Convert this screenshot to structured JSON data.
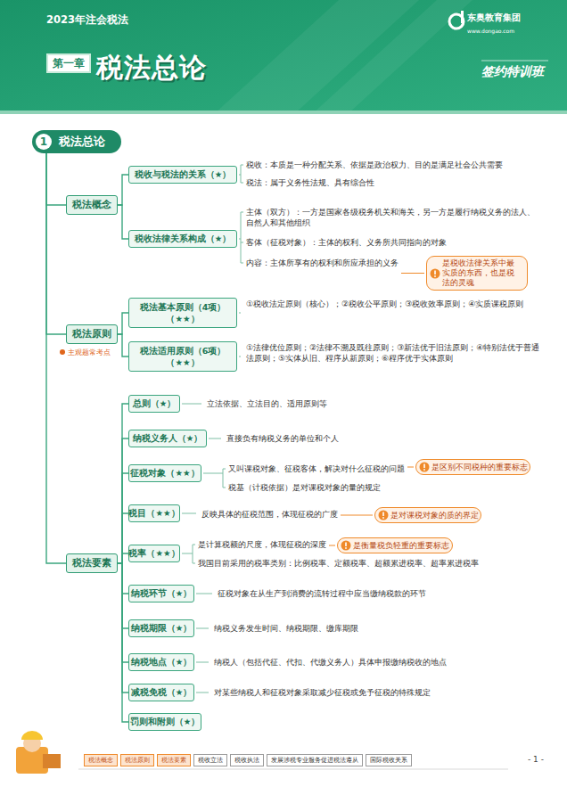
{
  "diagram": {
    "title": "税法总论",
    "nodes": [
      {
        "text": [
          "1",
          "税法总论"
        ]
      },
      {
        "text": [
          "税法概念"
        ]
      },
      {
        "text": [
          "税收与税法的关系（★）"
        ]
      },
      {
        "text": [
          "税收法律关系构成（★）"
        ]
      },
      {
        "text": [
          "税法原则"
        ]
      },
      {
        "text": [
          "税法基本原则（4项）（★★）"
        ]
      },
      {
        "text": [
          "税法适用原则（6项）（★★）"
        ]
      },
      {
        "text": [
          "税法要素"
        ]
      },
      {
        "text": [
          "总则（★）"
        ]
      },
      {
        "text": [
          "纳税义务人（★）"
        ]
      },
      {
        "text": [
          "征税对象（★★）"
        ]
      },
      {
        "text": [
          "税目（★★）"
        ]
      },
      {
        "text": [
          "税率（★★）"
        ]
      },
      {
        "text": [
          "纳税环节（★）"
        ]
      },
      {
        "text": [
          "纳税期限（★）"
        ]
      },
      {
        "text": [
          "纳税地点（★）"
        ]
      },
      {
        "text": [
          "减税免税（★）"
        ]
      },
      {
        "text": [
          "罚则和附则（★）"
        ]
      },
      {
        "text": [
          "是税收法律关系中最实质的东西，也是税法的灵魂"
        ]
      },
      {
        "text": [
          "是区别不同税种的重要标志"
        ]
      },
      {
        "text": [
          "是对课税对象的质的界定"
        ]
      },
      {
        "text": [
          "是衡量税负轻重的重要标志"
        ]
      }
    ],
    "edges": [
      {
        "from": 0,
        "to": 1,
        "arrow": "none"
      },
      {
        "from": 0,
        "to": 4,
        "arrow": "none"
      },
      {
        "from": 0,
        "to": 7,
        "arrow": "none"
      },
      {
        "from": 1,
        "to": 2,
        "arrow": "none"
      },
      {
        "from": 1,
        "to": 3,
        "arrow": "none"
      },
      {
        "from": 4,
        "to": 5,
        "arrow": "none"
      },
      {
        "from": 4,
        "to": 6,
        "arrow": "none"
      },
      {
        "from": 7,
        "to": 8,
        "arrow": "none"
      },
      {
        "from": 7,
        "to": 9,
        "arrow": "none"
      },
      {
        "from": 7,
        "to": 10,
        "arrow": "none"
      },
      {
        "from": 7,
        "to": 11,
        "arrow": "none"
      },
      {
        "from": 7,
        "to": 12,
        "arrow": "none"
      },
      {
        "from": 7,
        "to": 13,
        "arrow": "none"
      },
      {
        "from": 7,
        "to": 14,
        "arrow": "none"
      },
      {
        "from": 7,
        "to": 15,
        "arrow": "none"
      },
      {
        "from": 7,
        "to": 16,
        "arrow": "none"
      },
      {
        "from": 7,
        "to": 17,
        "arrow": "none"
      }
    ],
    "labels": [
      "2023年注会税法",
      "第一章",
      "东奥教育集团",
      "www.dongao.com",
      "签约特训班",
      "税收：本质是一种分配关系、依据是政治权力、目的是满足社会公共需要",
      "税法：属于义务性法规、具有综合性",
      "主体（双方）：一方是国家各级税务机关和海关，另一方是履行纳税义务的法人、自然人和其他组织",
      "客体（征税对象）：主体的权利、义务所共同指向的对象",
      "内容：主体所享有的权利和所应承担的义务",
      "①税收法定原则（核心）；②税收公平原则；③税收效率原则；④实质课税原则",
      "①法律优位原则；②法律不溯及既往原则；③新法优于旧法原则；④特别法优于普通法原则；⑤实体从旧、程序从新原则；⑥程序优于实体原则",
      "立法依据、立法目的、适用原则等",
      "直接负有纳税义务的单位和个人",
      "又叫课税对象、征税客体，解决对什么征税的问题",
      "税基（计税依据）是对课税对象的量的规定",
      "反映具体的征税范围，体现征税的广度",
      "是计算税额的尺度，体现征税的深度",
      "我国目前采用的税率类别：比例税率、定额税率、超额累进税率、超率累进税率",
      "征税对象在从生产到消费的流转过程中应当缴纳税款的环节",
      "纳税义务发生时间、纳税期限、缴库期限",
      "纳税人（包括代征、代扣、代缴义务人）具体申报缴纳税收的地点",
      "对某些纳税人和征税对象采取减少征税或免予征税的特殊规定",
      "主观题常考点",
      "税法概念",
      "税法原则",
      "税法要素",
      "税收立法",
      "税收执法",
      "发展涉税专业服务促进税法遵从",
      "国际税收关系",
      "- 1 -"
    ]
  }
}
